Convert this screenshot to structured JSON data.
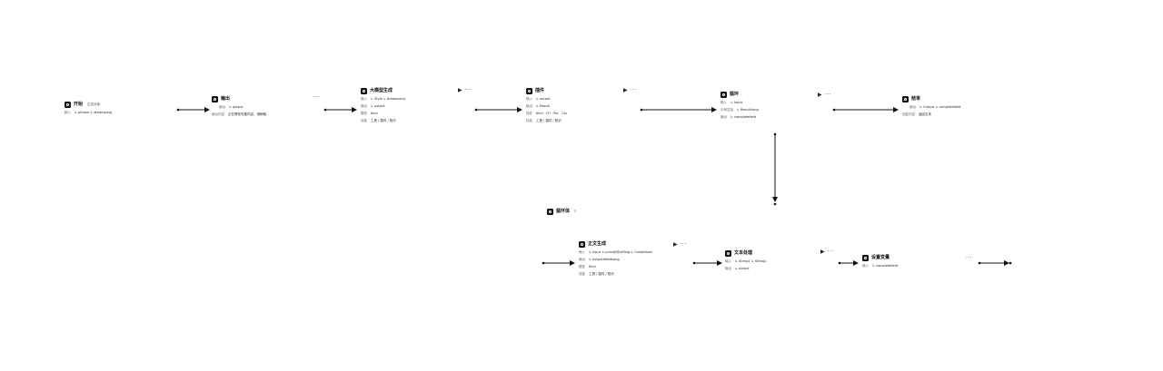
{
  "nodes": {
    "start": {
      "title": "开始",
      "sub": "生成对象",
      "rows": [
        {
          "k": "输入",
          "v": "↳ phrase  ↳ dreamsong"
        }
      ]
    },
    "output1": {
      "title": "输出",
      "rows": [
        {
          "k": "输出",
          "v": "↳ output"
        },
        {
          "k": "输出内容",
          "v": "正在帮你完善内容，请稍候..."
        }
      ]
    },
    "llm1": {
      "title": "大模型生成",
      "rows": [
        {
          "k": "输入",
          "v": "↳ Style  ↳ dreamsong"
        },
        {
          "k": "输出",
          "v": "↳ output"
        },
        {
          "k": "模型",
          "v": "Kimi"
        },
        {
          "k": "技能",
          "v": "工具 / 插件 / 知识"
        }
      ]
    },
    "plugin": {
      "title": "插件",
      "rows": [
        {
          "k": "输入",
          "v": "↳ output"
        },
        {
          "k": "输出",
          "v": "↳ Result"
        },
        {
          "k": "插件",
          "v": "Kimi · LTI · Pro · 12s"
        },
        {
          "k": "技能",
          "v": "工具 / 插件 / 知识"
        }
      ]
    },
    "loop": {
      "title": "循环",
      "rows": [
        {
          "k": "输入",
          "v": "↳ Input"
        },
        {
          "k": "中间变量",
          "v": "↳ Resulthong"
        },
        {
          "k": "输出",
          "v": "↳ completefield"
        }
      ]
    },
    "end": {
      "title": "结束",
      "rows": [
        {
          "k": "输出",
          "v": "↳ Output  ↳ completefield"
        },
        {
          "k": "回复内容",
          "v": "返回文本"
        }
      ]
    },
    "loopbody": {
      "title": "循环体",
      "sub": "Σ"
    },
    "llm2": {
      "title": "正文生成",
      "rows": [
        {
          "k": "输入",
          "v": "↳ Input  ↳ prinsfjt@uffling  ↳ Completion"
        },
        {
          "k": "输出",
          "v": "↳ outputefieldsong"
        },
        {
          "k": "模型",
          "v": "Kimi"
        },
        {
          "k": "技能",
          "v": "工具 / 插件 / 知识"
        }
      ]
    },
    "textproc": {
      "title": "文本处理",
      "rows": [
        {
          "k": "输入",
          "v": "↳ String1  ↳ String2"
        },
        {
          "k": "输出",
          "v": "↳ output"
        }
      ]
    },
    "setvar": {
      "title": "设置变量",
      "rows": [
        {
          "k": "输入",
          "v": "↳ completefield"
        }
      ]
    }
  },
  "ellipsis": "···",
  "colors": {
    "line": "#111111",
    "icon": "#111111",
    "background": "#ffffff"
  }
}
